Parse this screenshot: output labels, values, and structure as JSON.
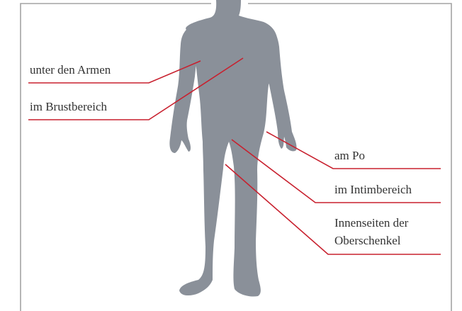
{
  "colors": {
    "body_fill": "#8a9099",
    "leader_line": "#c8202e",
    "frame": "#a3a3a3",
    "text": "#333333"
  },
  "labels": {
    "under_arms": "unter den Armen",
    "chest": "im Brustbereich",
    "buttocks": "am Po",
    "intimate": "im Intimbereich",
    "inner_thighs_line1": "Innenseiten der",
    "inner_thighs_line2": "Oberschenkel"
  }
}
